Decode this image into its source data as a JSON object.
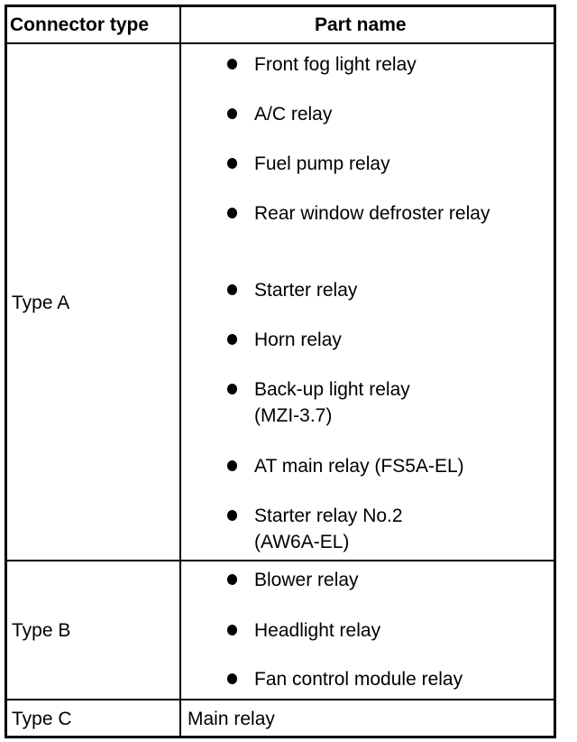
{
  "table": {
    "headers": [
      "Connector type",
      "Part name"
    ],
    "rows": [
      {
        "type": "Type A",
        "parts": [
          "Front fog light relay",
          "A/C relay",
          "Fuel pump relay",
          "Rear window defroster relay",
          "Starter relay",
          "Horn relay",
          "Back-up light relay (MZI-3.7)",
          "AT main relay (FS5A-EL)",
          "Starter relay No.2 (AW6A-EL)"
        ]
      },
      {
        "type": "Type B",
        "parts": [
          "Blower relay",
          "Headlight relay",
          "Fan control module relay"
        ]
      },
      {
        "type": "Type C",
        "part": "Main relay"
      }
    ]
  }
}
